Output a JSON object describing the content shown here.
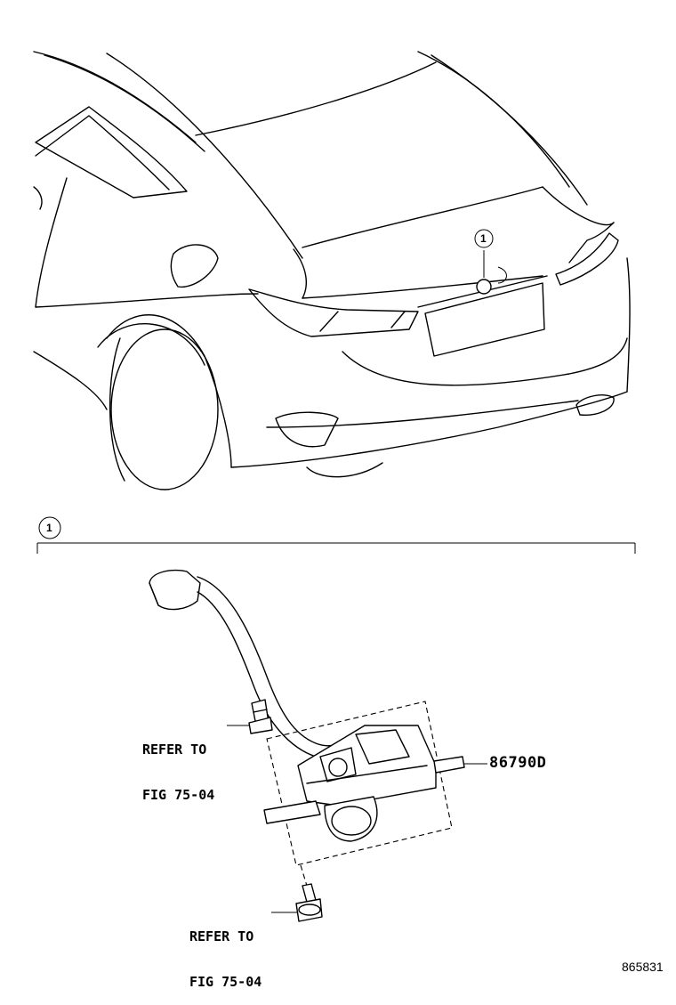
{
  "callouts": {
    "top_marker": "1",
    "section_marker": "1"
  },
  "parts": {
    "camera_part_no": "86790D"
  },
  "references": {
    "upper_clip": {
      "line1": "REFER TO",
      "line2": "FIG 75-04"
    },
    "lower_bolt": {
      "line1": "REFER TO",
      "line2": "FIG 75-04"
    }
  },
  "figure_id": "865831"
}
